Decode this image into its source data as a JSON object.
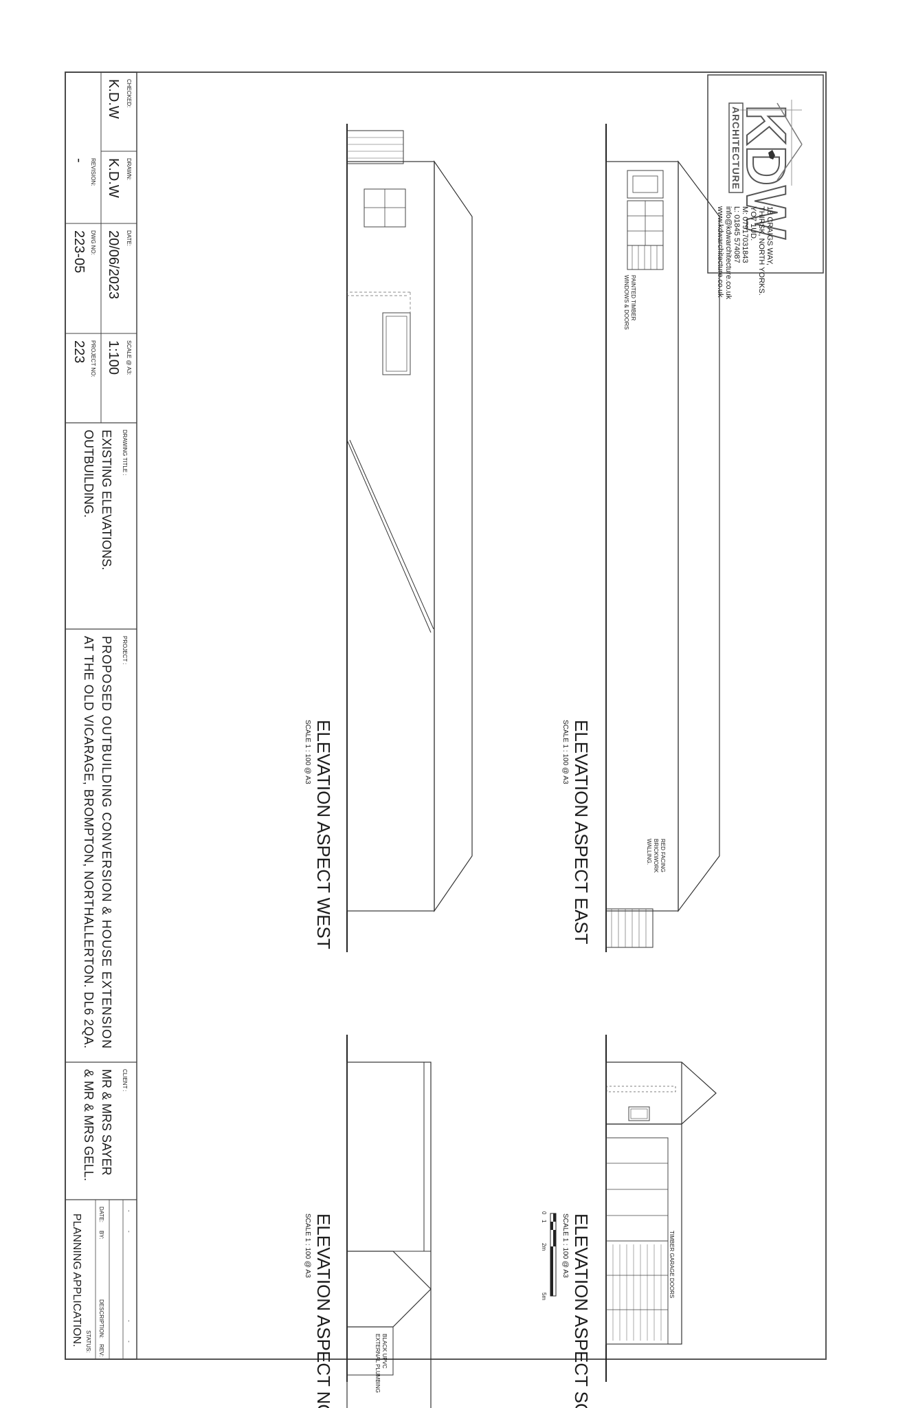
{
  "company": {
    "logo_text": "KDW",
    "logo_subtitle": "ARCHITECTURE",
    "address_lines": [
      "18 CRAIGS WAY,",
      "THIRSK, NORTH YORKS.",
      "YO7 1UD.",
      "M: 07917031843",
      "L: 01845 574087",
      "info@kdwarchitecture.co.uk",
      "www.kdwarchitecture.co.uk"
    ]
  },
  "elevations": {
    "south": {
      "title": "ELEVATION ASPECT SOUTH",
      "scale": "SCALE 1 : 100 @ A3",
      "note_doors": "TIMBER GARAGE DOORS",
      "scalebar": [
        "0",
        "1",
        "2m",
        "5m"
      ]
    },
    "east": {
      "title": "ELEVATION ASPECT EAST",
      "scale": "SCALE 1 : 100 @ A3",
      "note_brick": [
        "RED FACING",
        "BRICKWORK",
        "WALLING."
      ],
      "note_windows": [
        "PAINTED TIMBER",
        "WINDOWS & DOORS"
      ]
    },
    "north": {
      "title": "ELEVATION ASPECT NORTH",
      "scale": "SCALE 1 : 100 @ A3",
      "note_plumbing": [
        "BLACK UPVC",
        "EXTERNAL PLUMBING"
      ]
    },
    "west": {
      "title": "ELEVATION ASPECT WEST",
      "scale": "SCALE 1 : 100 @ A3"
    }
  },
  "title_block": {
    "rev_rows": [
      [
        "-",
        "-",
        "-",
        "-"
      ]
    ],
    "rev_label": "REV:",
    "description_label": "DESCRIPTION:",
    "by_label": "BY:",
    "date_label": "DATE:",
    "status_label": "STATUS:",
    "status": "PLANNING APPLICATION.",
    "client_label": "CLIENT :",
    "client_lines": [
      "MR & MRS SAYER",
      "& MR & MRS GELL."
    ],
    "project_label": "PROJECT :",
    "project_lines": [
      "PROPOSED OUTBUILDING CONVERSION & HOUSE EXTENSION",
      "AT THE OLD VICARAGE, BROMPTON, NORTHALLERTON. DL6 2QA."
    ],
    "drawing_title_label": "DRAWING TITLE :",
    "drawing_title_lines": [
      "EXISTING ELEVATIONS.",
      "OUTBUILDING."
    ],
    "scale_label": "SCALE @ A3:",
    "scale": "1:100",
    "date_field_label": "DATE:",
    "date": "20/06/2023",
    "drawn_label": "DRAWN:",
    "drawn": "K.D.W",
    "checked_label": "CHECKED:",
    "checked": "K.D.W",
    "project_no_label": "PROJECT NO:",
    "project_no": "223",
    "dwg_no_label": "DWG NO:",
    "dwg_no": "223-05",
    "revision_label": "REVISION:",
    "revision": "-"
  }
}
